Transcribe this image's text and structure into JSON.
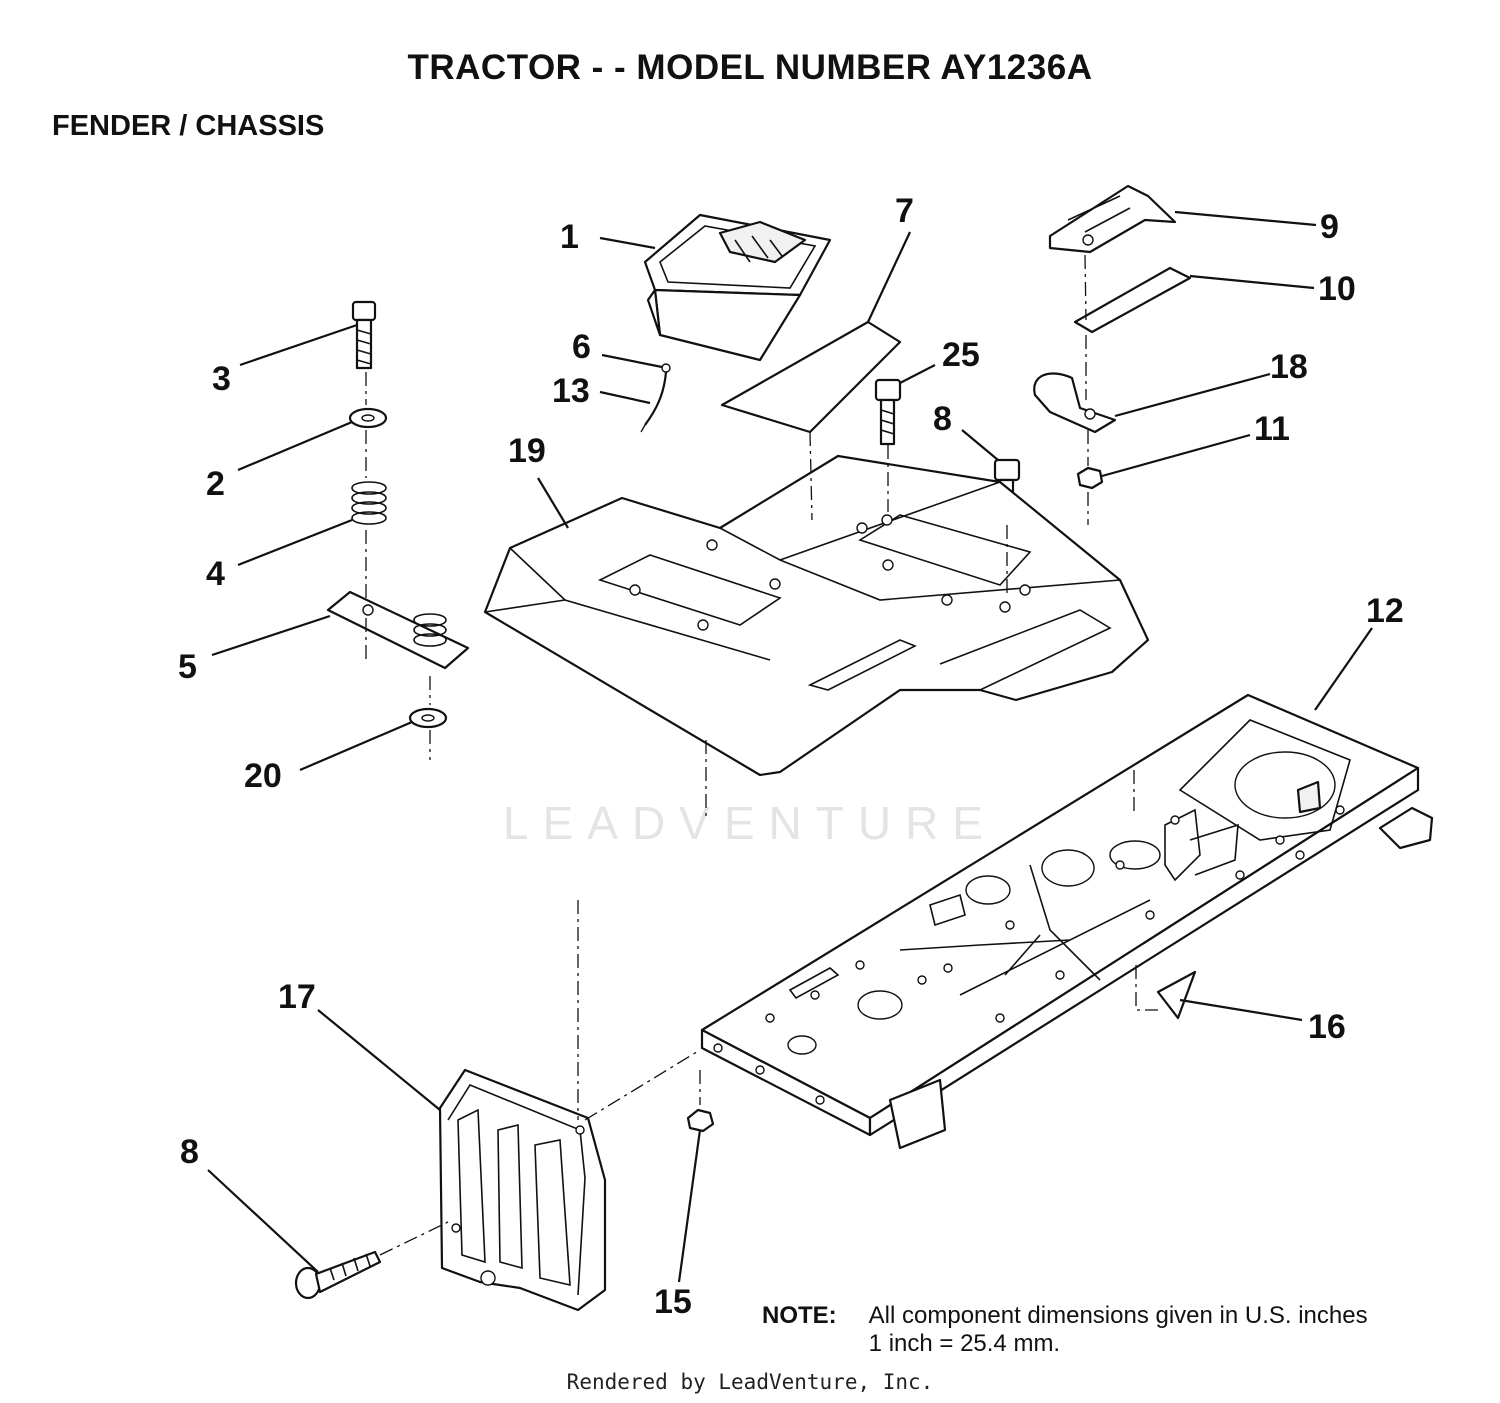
{
  "header": {
    "title": "TRACTOR - - MODEL NUMBER AY1236A",
    "subtitle": "FENDER / CHASSIS"
  },
  "watermark": "LEADVENTURE",
  "callouts": [
    {
      "label": "1",
      "part": "battery-box"
    },
    {
      "label": "7",
      "part": "fender-insert"
    },
    {
      "label": "9",
      "part": "fuel-tank-cover"
    },
    {
      "label": "10",
      "part": "bracket-plate"
    },
    {
      "label": "3",
      "part": "bolt"
    },
    {
      "label": "6",
      "part": "clip"
    },
    {
      "label": "25",
      "part": "bolt"
    },
    {
      "label": "18",
      "part": "tube-bracket"
    },
    {
      "label": "13",
      "part": "hose"
    },
    {
      "label": "8",
      "part": "bolt"
    },
    {
      "label": "11",
      "part": "nut"
    },
    {
      "label": "2",
      "part": "washer"
    },
    {
      "label": "19",
      "part": "fender"
    },
    {
      "label": "4",
      "part": "spring"
    },
    {
      "label": "5",
      "part": "seat-plate"
    },
    {
      "label": "12",
      "part": "chassis-frame"
    },
    {
      "label": "20",
      "part": "washer"
    },
    {
      "label": "17",
      "part": "front-bracket-plate"
    },
    {
      "label": "16",
      "part": "deflector"
    },
    {
      "label": "8",
      "part": "bolt"
    },
    {
      "label": "15",
      "part": "nut"
    }
  ],
  "note": {
    "label": "NOTE:",
    "line1": "All component dimensions given in U.S. inches",
    "line2": "1 inch = 25.4 mm."
  },
  "footer": "Rendered by LeadVenture, Inc."
}
